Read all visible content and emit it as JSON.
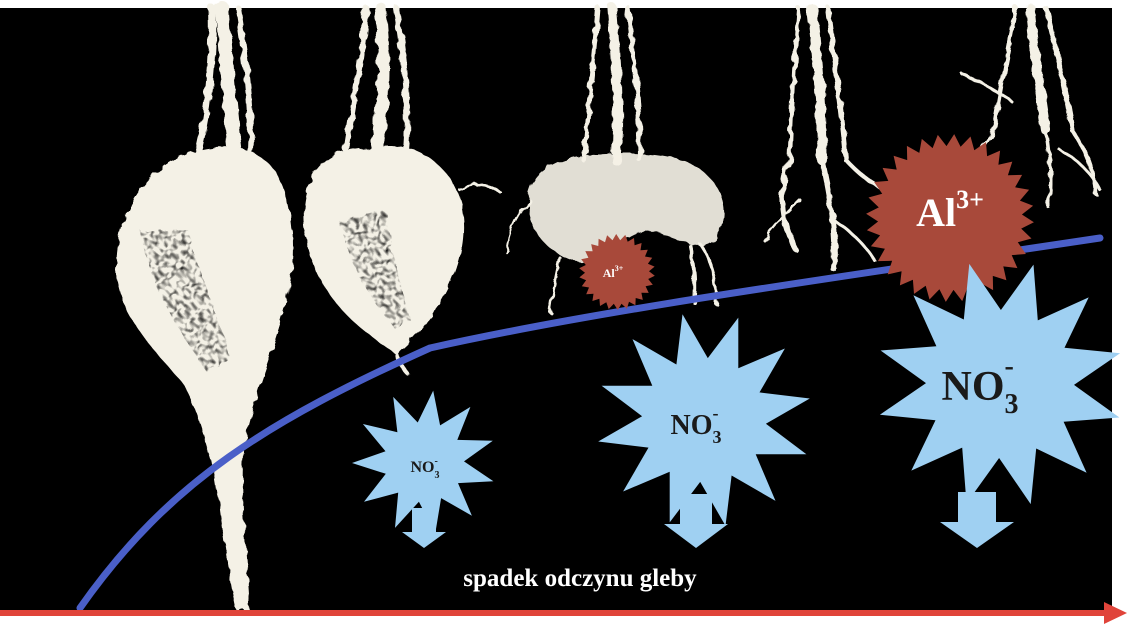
{
  "caption": "spadek odczynu gleby",
  "ions": {
    "aluminium": {
      "base": "Al",
      "charge": "3+"
    },
    "nitrate": {
      "base": "NO",
      "subscript": "3",
      "charge": "-"
    }
  },
  "colors": {
    "background": "#000000",
    "frame": "#ffffff",
    "roots": "#f4f1e6",
    "acidity_curve": "#4a5fc8",
    "ph_axis_arrow": "#e0443a",
    "aluminium_burst": "#a8493a",
    "nitrate_burst": "#9fd0f2"
  }
}
